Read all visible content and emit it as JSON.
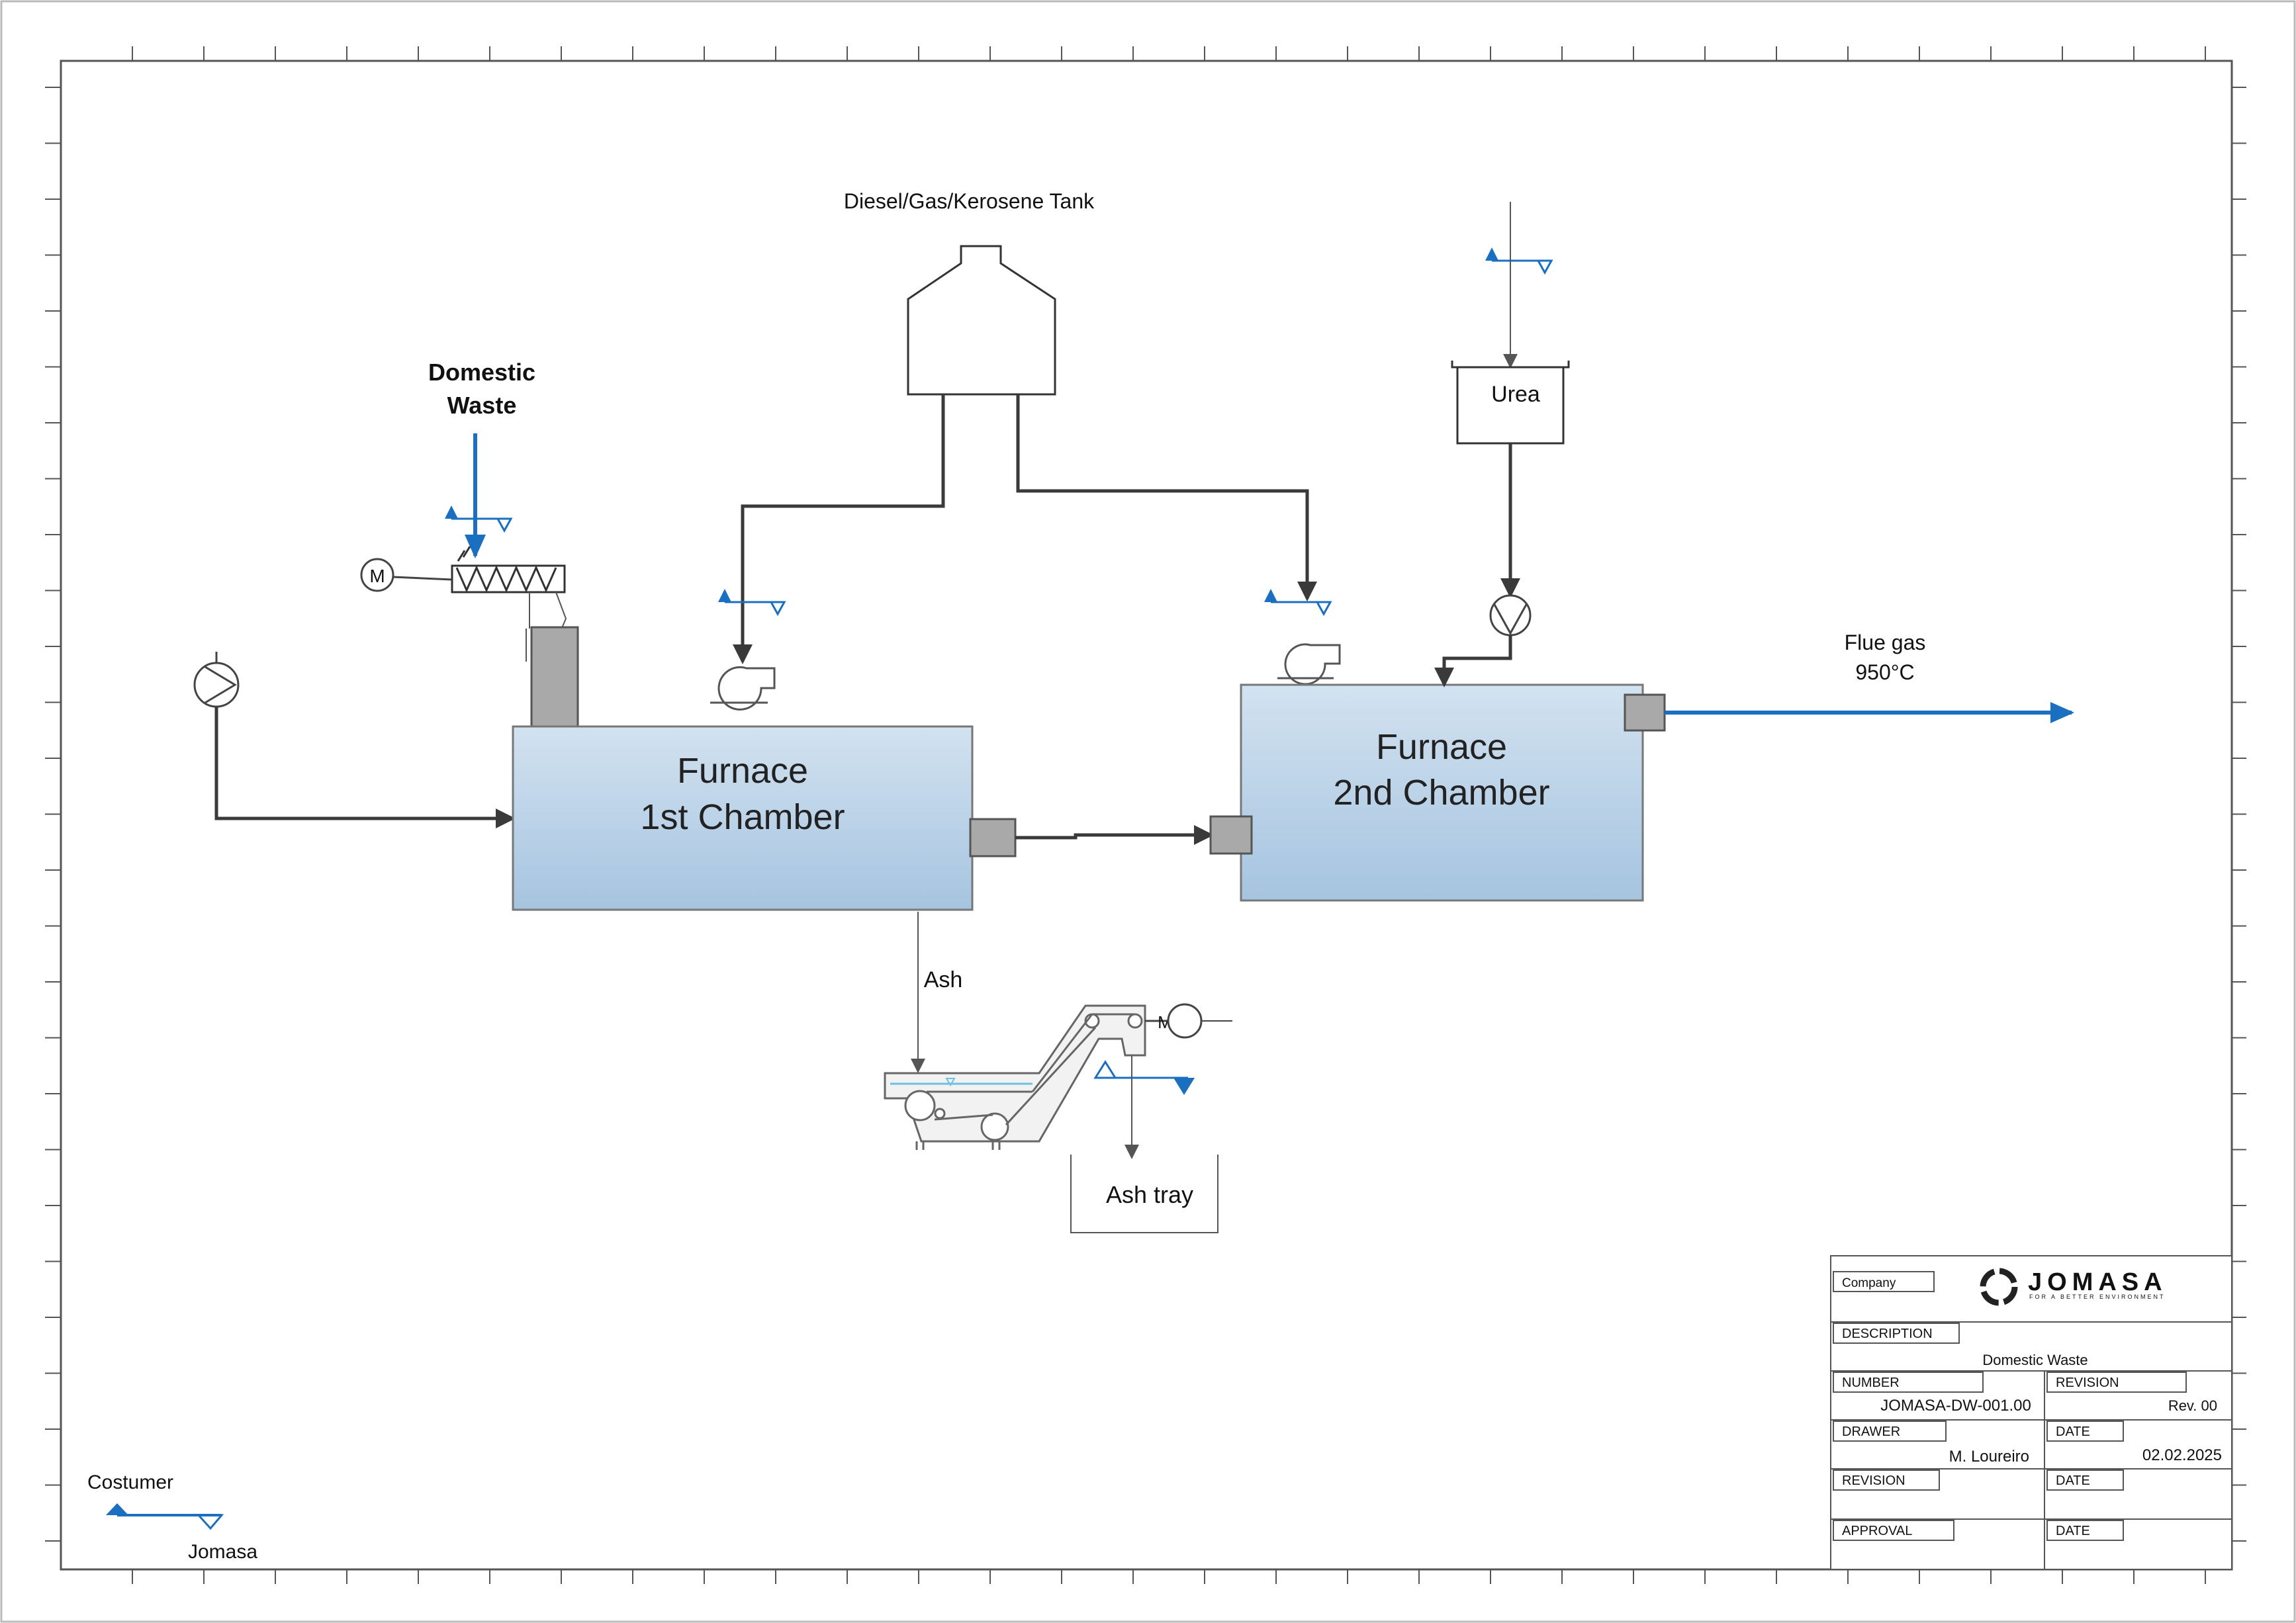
{
  "labels": {
    "tank": "Diesel/Gas/Kerosene Tank",
    "domestic_waste_line1": "Domestic",
    "domestic_waste_line2": "Waste",
    "urea": "Urea",
    "motor": "M",
    "furnace1_line1": "Furnace",
    "furnace1_line2": "1st Chamber",
    "furnace2_line1": "Furnace",
    "furnace2_line2": "2nd  Chamber",
    "flue_gas_line1": "Flue gas",
    "flue_gas_line2": "950°C",
    "ash": "Ash",
    "conveyor_motor": "M",
    "ash_tray": "Ash tray"
  },
  "legend": {
    "costumer": "Costumer",
    "jomasa": "Jomasa"
  },
  "title_block": {
    "company_label": "Company",
    "logo_text": "JOMASA",
    "logo_tagline": "FOR A BETTER ENVIRONMENT",
    "description_label": "DESCRIPTION",
    "description_value": "Domestic Waste",
    "number_label": "NUMBER",
    "number_value": "JOMASA-DW-001.00",
    "revision_label": "REVISION",
    "revision_value": "Rev. 00",
    "drawer_label": "DRAWER",
    "drawer_value": "M. Loureiro",
    "date_label": "DATE",
    "date_value": "02.02.2025",
    "revision2_label": "REVISION",
    "date2_label": "DATE",
    "approval_label": "APPROVAL",
    "date3_label": "DATE"
  },
  "colors": {
    "jomasa_blue": "#1a6fc0",
    "process_line": "#3a3a3a",
    "furnace_fill_top": "#cfe0ef",
    "furnace_fill_bottom": "#a9c6e1"
  }
}
